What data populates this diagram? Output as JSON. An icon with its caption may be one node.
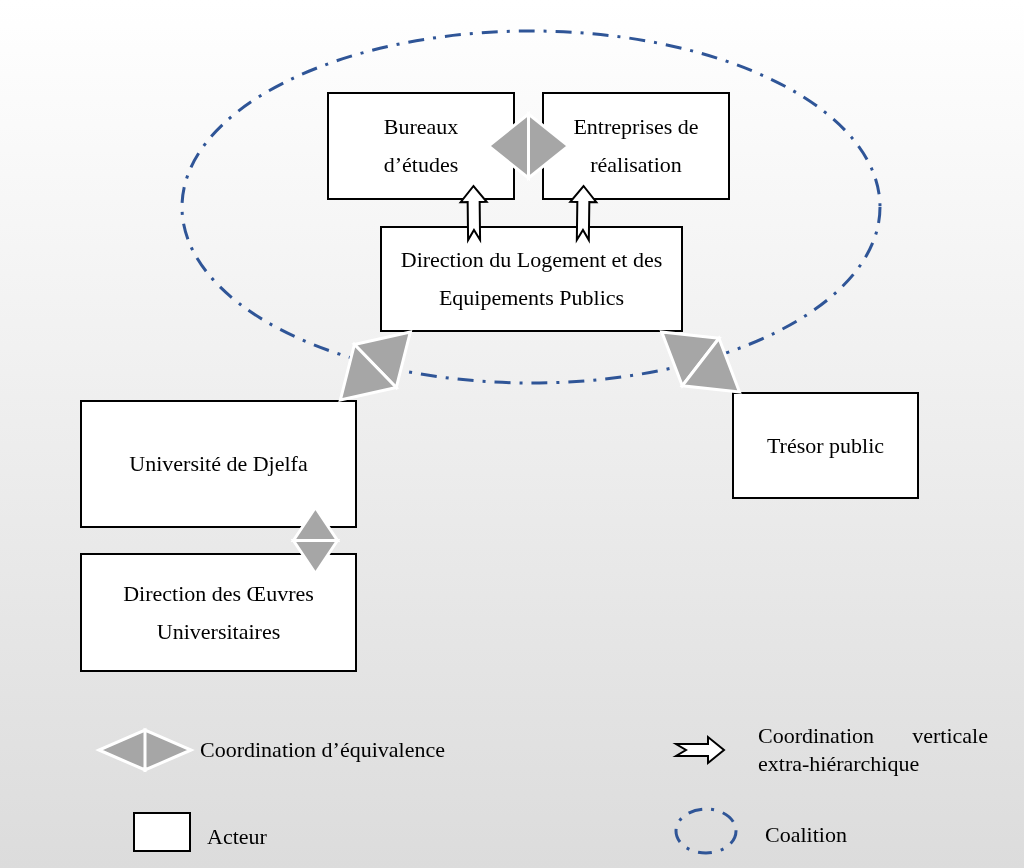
{
  "diagram": {
    "nodes": [
      {
        "text": [],
        "shape": "ellipse"
      },
      {
        "text": [
          "Bureaux d’études"
        ],
        "in": 0
      },
      {
        "text": [
          "Entreprises de réalisation"
        ],
        "in": 0
      },
      {
        "text": [
          "Direction du Logement et des Equipements Publics"
        ],
        "in": 0
      },
      {
        "text": [
          "Université de Djelfa"
        ]
      },
      {
        "text": [
          "Trésor public"
        ]
      },
      {
        "text": [
          "Direction des Œuvres Universitaires"
        ]
      }
    ],
    "edges": [
      {
        "from": 1,
        "to": 2,
        "arrow": "both"
      },
      {
        "from": 3,
        "to": 1,
        "arrow": "to"
      },
      {
        "from": 3,
        "to": 2,
        "arrow": "to"
      },
      {
        "from": 3,
        "to": 4,
        "arrow": "both"
      },
      {
        "from": 3,
        "to": 5,
        "arrow": "both"
      },
      {
        "from": 4,
        "to": 6,
        "arrow": "both"
      }
    ],
    "legend": [
      {
        "text": "Coordination d’équivalence"
      },
      {
        "text": "Coordination verticale extra-hiérarchique"
      },
      {
        "text": "Acteur"
      },
      {
        "text": "Coalition"
      }
    ]
  }
}
